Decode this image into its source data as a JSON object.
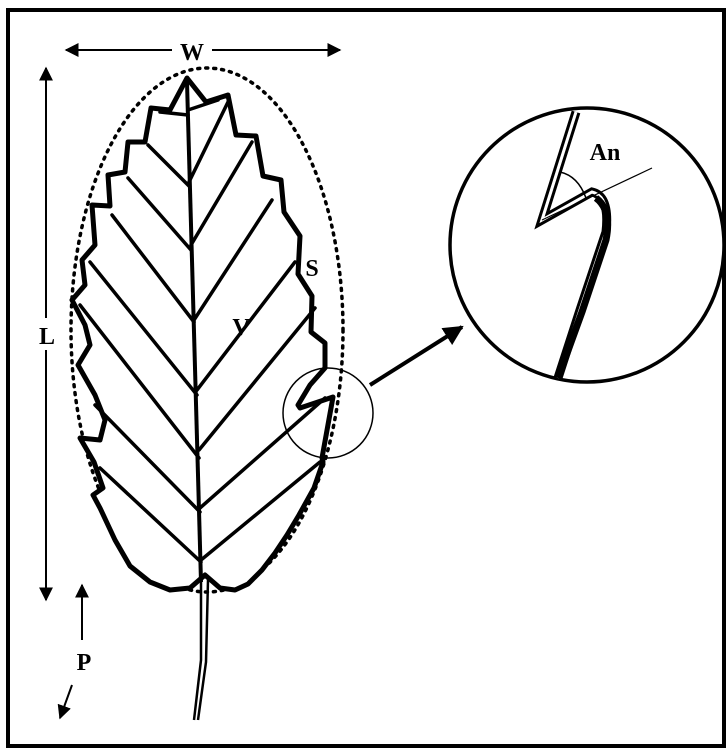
{
  "labels": {
    "width": "W",
    "length": "L",
    "serration": "S",
    "vein": "V",
    "angle": "An",
    "petiole": "P"
  },
  "colors": {
    "ink": "#000000",
    "background": "#ffffff"
  }
}
